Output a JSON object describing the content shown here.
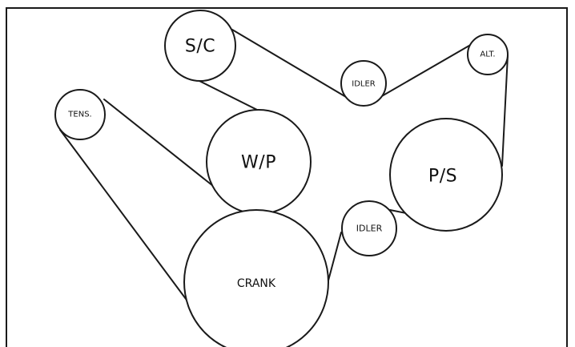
{
  "diagram": {
    "pulleys": {
      "sc": "S/C",
      "alt": "ALT.",
      "idler_top": "IDLER",
      "tens": "TENS.",
      "wp": "W/P",
      "ps": "P/S",
      "idler_bottom": "IDLER",
      "crank": "CRANK"
    }
  }
}
